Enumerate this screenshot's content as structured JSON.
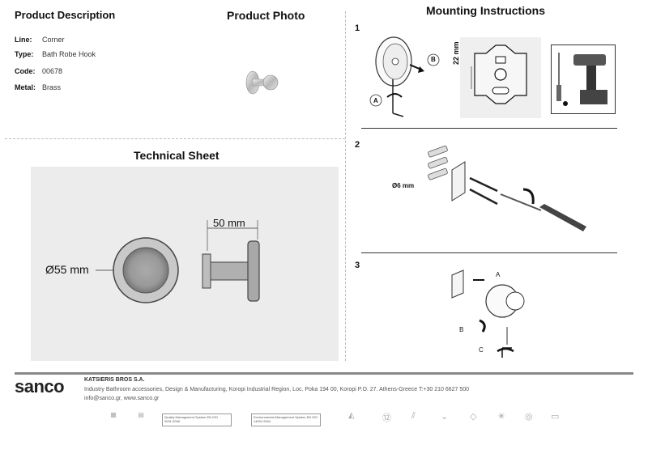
{
  "sections": {
    "product_description": "Product Description",
    "product_photo": "Product Photo",
    "technical_sheet": "Technical Sheet",
    "mounting_instructions": "Mounting Instructions"
  },
  "fields": [
    {
      "key": "Line:",
      "value": "Corner"
    },
    {
      "key": "Type:",
      "value": "Bath Robe Hook"
    },
    {
      "key": "Code:",
      "value": "00678"
    },
    {
      "key": "Metal:",
      "value": "Brass"
    }
  ],
  "technical": {
    "diameter_label": "Ø55 mm",
    "depth_label": "50 mm"
  },
  "steps": {
    "step1": {
      "number": "1",
      "label_a": "A",
      "label_b": "B",
      "dimension": "22 mm"
    },
    "step2": {
      "number": "2",
      "drill_label": "Ø6 mm"
    },
    "step3": {
      "number": "3",
      "label_a": "A",
      "label_b": "B",
      "label_c": "C"
    }
  },
  "footer": {
    "logo": "sanco",
    "company": "KATSIERIS BROS S.A.",
    "description": "Industry Bathroom accessories, Design & Manufacturing, Koropi Industrial Region, Loc. Poka 194 00, Koropi P.O. 27. Athens-Greece  T:+30 210 6627 500",
    "web": "info@sanco.gr, www.sanco.gr",
    "cert1": "Quality Management System EN ISO 9001:2008",
    "cert2": "Environmental Management System EN ISO 14001:2004"
  }
}
